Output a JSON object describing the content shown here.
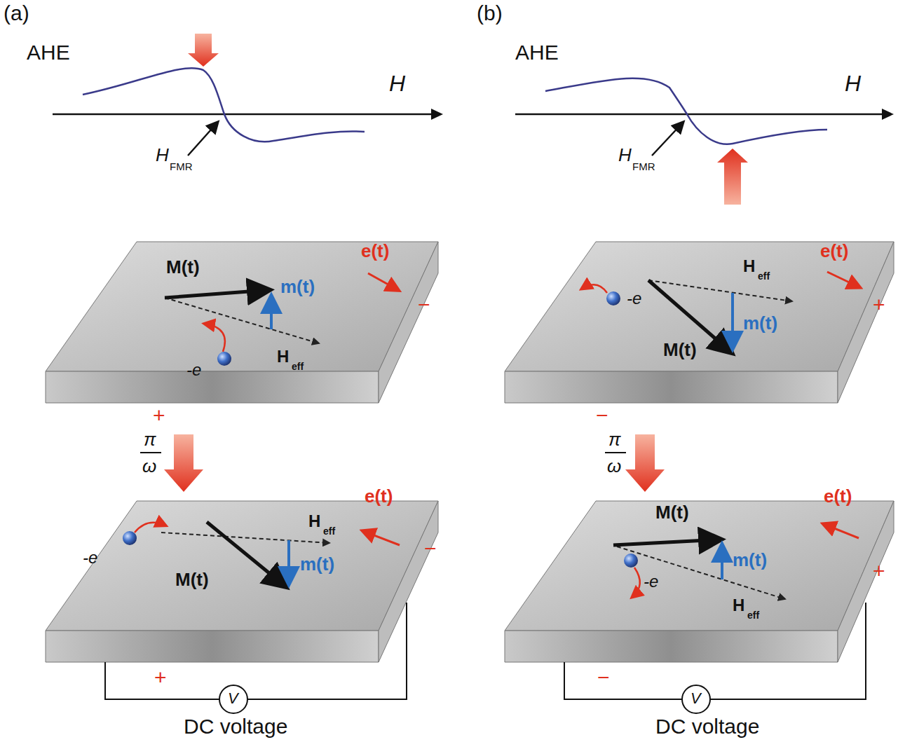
{
  "diagram": {
    "labels": [
      "(a)",
      "AHE",
      "H",
      "H",
      "FMR",
      "M(t)",
      "m(t)",
      "e(t)",
      "−",
      "-e",
      "H",
      "eff",
      "+",
      "π",
      "ω",
      "e(t)",
      "H",
      "eff",
      "−",
      "-e",
      "M(t)",
      "m(t)",
      "+",
      "V",
      "DC voltage",
      "(b)",
      "AHE",
      "H",
      "H",
      "FMR",
      "e(t)",
      "+",
      "-e",
      "H",
      "eff",
      "M(t)",
      "m(t)",
      "−",
      "π",
      "ω",
      "M(t)",
      "e(t)",
      "m(t)",
      "+",
      "-e",
      "H",
      "eff",
      "−",
      "V",
      "DC voltage"
    ]
  }
}
